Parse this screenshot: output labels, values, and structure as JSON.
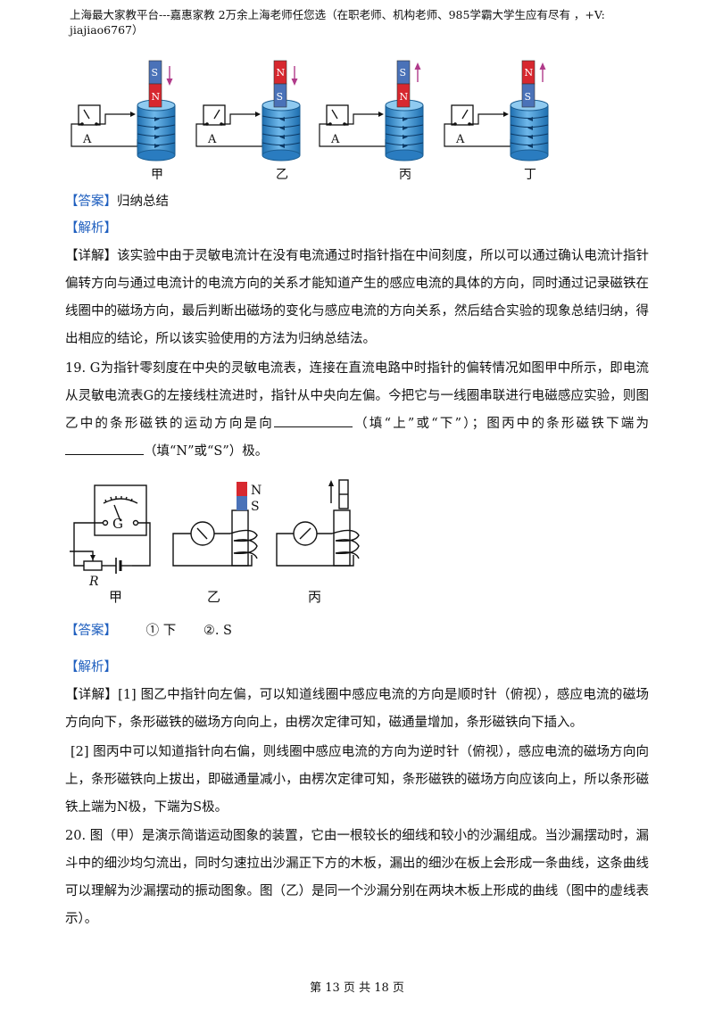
{
  "header": "上海最大家教平台---嘉惠家教 2万余上海老师任您选（在职老师、机构老师、985学霸大学生应有尽有 ，+V: jiajiao6767）",
  "figure1": {
    "captions": [
      "甲",
      "乙",
      "丙",
      "丁"
    ],
    "meter_label": "A",
    "magnets": [
      {
        "top": "S",
        "bottom": "N",
        "arrow": "down"
      },
      {
        "top": "N",
        "bottom": "S",
        "arrow": "down"
      },
      {
        "top": "S",
        "bottom": "N",
        "arrow": "up"
      },
      {
        "top": "N",
        "bottom": "S",
        "arrow": "up"
      }
    ],
    "colors": {
      "north": "#d7282f",
      "south": "#4a72b8",
      "coil": "#3a8fd0",
      "arrow": "#b03a8a"
    }
  },
  "q18": {
    "answer_tag": "【答案】",
    "answer": "归纳总结",
    "analysis_tag": "【解析】",
    "detail_tag": "【详解】",
    "detail": "该实验中由于灵敏电流计在没有电流通过时指针指在中间刻度，所以可以通过确认电流计指针偏转方向与通过电流计的电流方向的关系才能知道产生的感应电流的具体的方向，同时通过记录磁铁在线圈中的磁场方向，最后判断出磁场的变化与感应电流的方向关系，然后结合实验的现象总结归纳，得出相应的结论，所以该实验使用的方法为归纳总结法。"
  },
  "q19": {
    "part1": "19. G为指针零刻度在中央的灵敏电流表，连接在直流电路中时指针的偏转情况如图甲中所示，即电流从灵敏电流表G的左接线柱流进时，指针从中央向左偏。今把它与一线圈串联进行电磁感应实验，则图乙中的条形磁铁的运动方向是向",
    "part2": "（填“上”或“下”）；图丙中的条形磁铁下端为",
    "part3": "（填“N”或“S”）极。",
    "figure": {
      "g_label": "G",
      "r_label": "R",
      "n_label": "N",
      "s_label": "S",
      "captions": [
        "甲",
        "乙",
        "丙"
      ]
    },
    "answer_tag": "【答案】",
    "ans1_mark": "①",
    "ans1": "下",
    "ans2_mark": "②",
    "ans2": ". S",
    "analysis_tag": "【解析】",
    "detail_tag": "【详解】",
    "detail1": "[1] 图乙中指针向左偏，可以知道线圈中感应电流的方向是顺时针（俯视），感应电流的磁场方向向下，条形磁铁的磁场方向向上，由楞次定律可知，磁通量增加，条形磁铁向下插入。",
    "detail2": "[2] 图丙中可以知道指针向右偏，则线圈中感应电流的方向为逆时针（俯视），感应电流的磁场方向向上，条形磁铁向上拔出，即磁通量减小，由楞次定律可知，条形磁铁的磁场方向应该向上，所以条形磁铁上端为N极，下端为S极。"
  },
  "q20": {
    "text": "20. 图（甲）是演示简谐运动图象的装置，它由一根较长的细线和较小的沙漏组成。当沙漏摆动时，漏斗中的细沙均匀流出，同时匀速拉出沙漏正下方的木板，漏出的细沙在板上会形成一条曲线，这条曲线可以理解为沙漏摆动的振动图象。图（乙）是同一个沙漏分别在两块木板上形成的曲线（图中的虚线表示）。"
  },
  "footer": "第 13 页 共 18 页"
}
